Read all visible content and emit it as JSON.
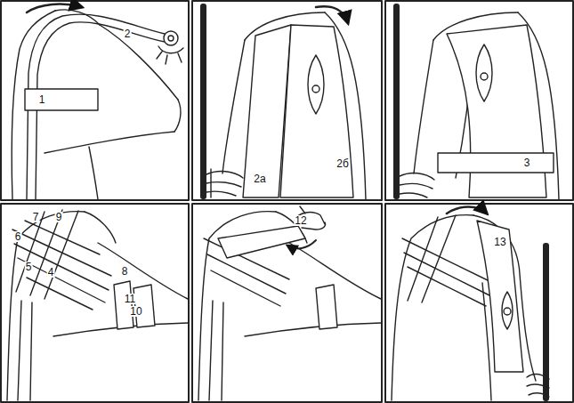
{
  "diagram": {
    "labels": [
      "2",
      "1",
      "2а",
      "2б",
      "3",
      "7",
      "9",
      "6",
      "5",
      "4",
      "8",
      "11",
      "10",
      "12",
      "13"
    ]
  }
}
